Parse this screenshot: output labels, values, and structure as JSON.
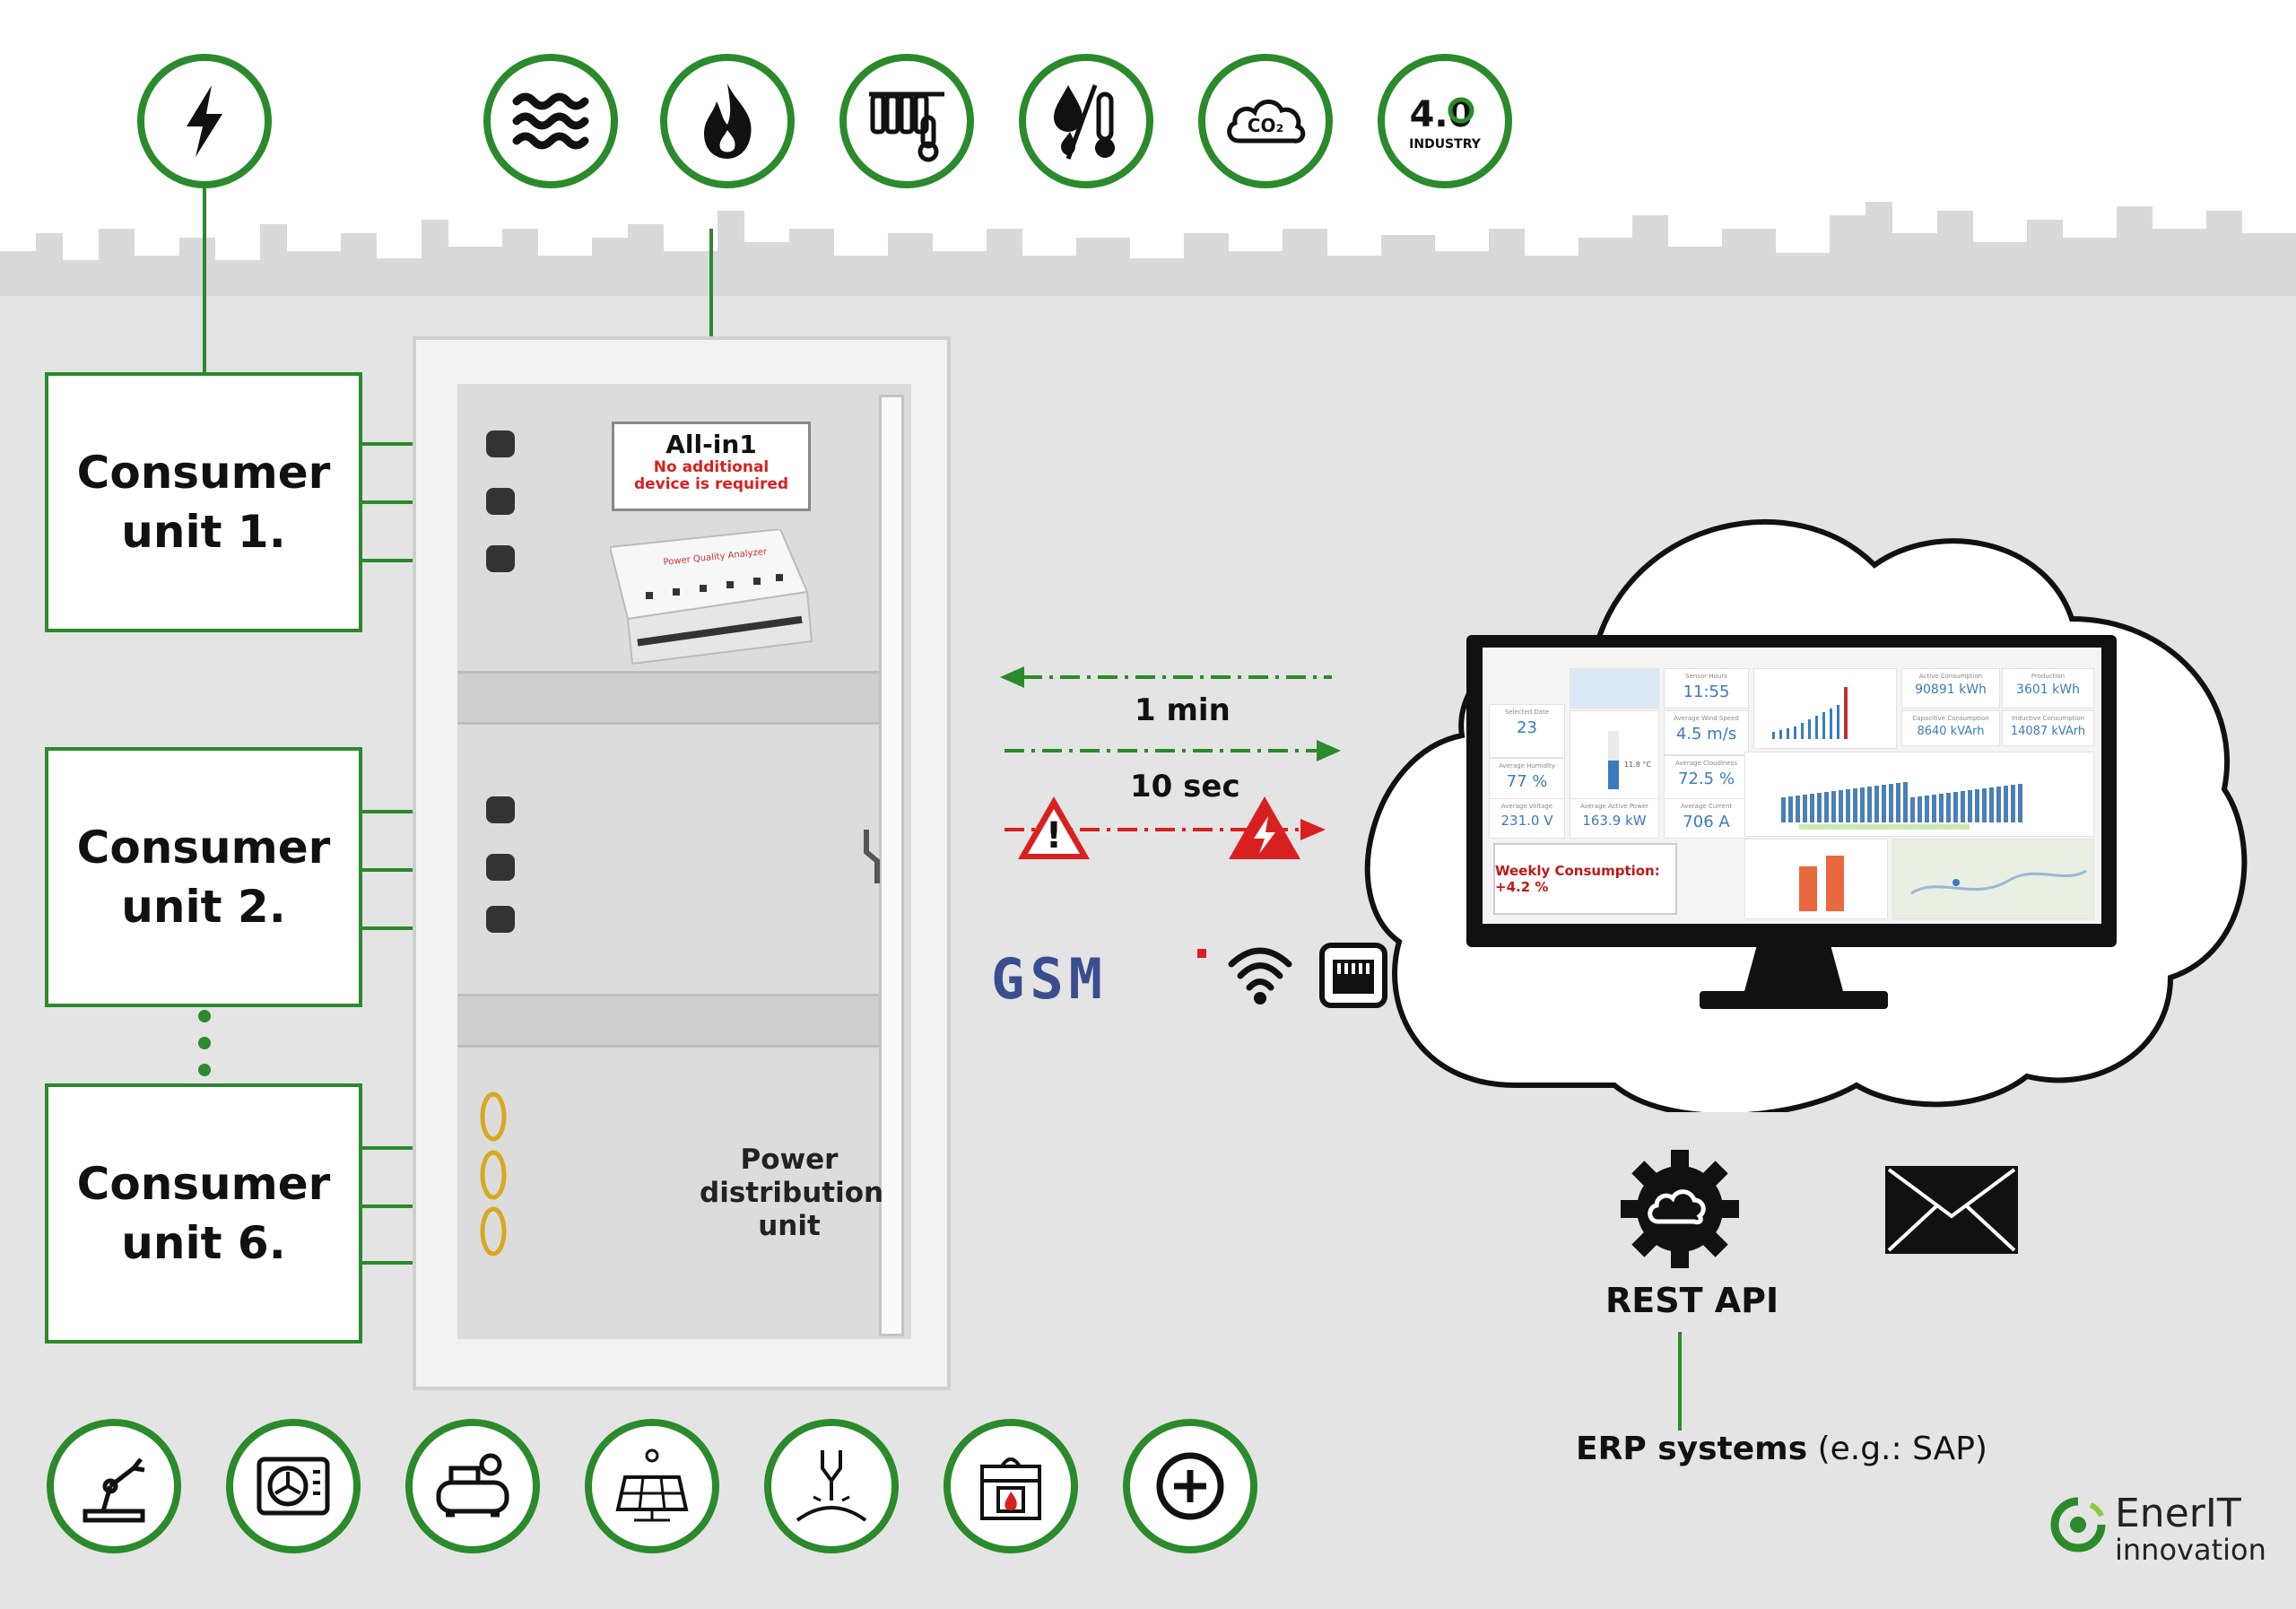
{
  "colors": {
    "green": "#2b8a2b",
    "red": "#d92020",
    "gsm_blue": "#3a4d8f",
    "background": "#e4e4e4",
    "dashboard_blue": "#3b7bbf"
  },
  "top_icons": [
    {
      "icon": "lightning-icon"
    },
    {
      "icon": "heat-waves-icon"
    },
    {
      "icon": "gas-flame-icon"
    },
    {
      "icon": "radiator-thermometer-icon"
    },
    {
      "icon": "humidity-temperature-icon"
    },
    {
      "icon": "co2-cloud-icon",
      "text": "CO2"
    },
    {
      "icon": "industry-4-icon",
      "text": "4.0",
      "subtext": "INDUSTRY"
    }
  ],
  "consumer_units": [
    {
      "label": "Consumer\nunit 1."
    },
    {
      "label": "Consumer\nunit 2."
    },
    {
      "label": "Consumer\nunit 6."
    }
  ],
  "allin1": {
    "title": "All-in1",
    "subtitle": "No additional\ndevice is required"
  },
  "analyzer_label": "Power Quality Analyzer",
  "pdu_label": "Power\ndistribution\nunit",
  "intervals": {
    "slow": "1 min",
    "fast": "10 sec"
  },
  "connectivity": {
    "gsm": "GSM",
    "wifi": "wifi-icon",
    "ethernet": "ethernet-icon"
  },
  "dashboard": {
    "tiles": [
      {
        "caption": "Selected Date",
        "value": "23"
      },
      {
        "caption": "Sensor Hours",
        "value": "11:55"
      },
      {
        "caption": "Average Humidity",
        "value": "77 %"
      },
      {
        "caption": "Average Wind Speed",
        "value": "4.5 m/s"
      },
      {
        "caption": "Average Cloudiness",
        "value": "72.5 %"
      },
      {
        "caption": "Average Voltage",
        "value": "231.0 V"
      },
      {
        "caption": "Average Active Power",
        "value": "163.9 kW"
      },
      {
        "caption": "Average Current",
        "value": "706 A"
      },
      {
        "caption": "Active Consumption",
        "value": "90891 kWh"
      },
      {
        "caption": "Production",
        "value": "3601 kWh"
      },
      {
        "caption": "Capacitive Consumption",
        "value": "8640 kVArh"
      },
      {
        "caption": "Inductive Consumption",
        "value": "14087 kVArh"
      }
    ],
    "temperature": "11.8 °C",
    "weekly": "Weekly Consumption: +4.2 %"
  },
  "rest_api": "REST API",
  "erp": {
    "bold": "ERP systems",
    "normal": " (e.g.: SAP)"
  },
  "bottom_icons": [
    {
      "icon": "robot-arm-icon"
    },
    {
      "icon": "hvac-unit-icon"
    },
    {
      "icon": "compressor-icon"
    },
    {
      "icon": "solar-panel-icon"
    },
    {
      "icon": "laser-cutter-icon"
    },
    {
      "icon": "furnace-icon"
    },
    {
      "icon": "plus-icon"
    }
  ],
  "logo": {
    "name": "EnerIT",
    "sub": "innovation"
  }
}
